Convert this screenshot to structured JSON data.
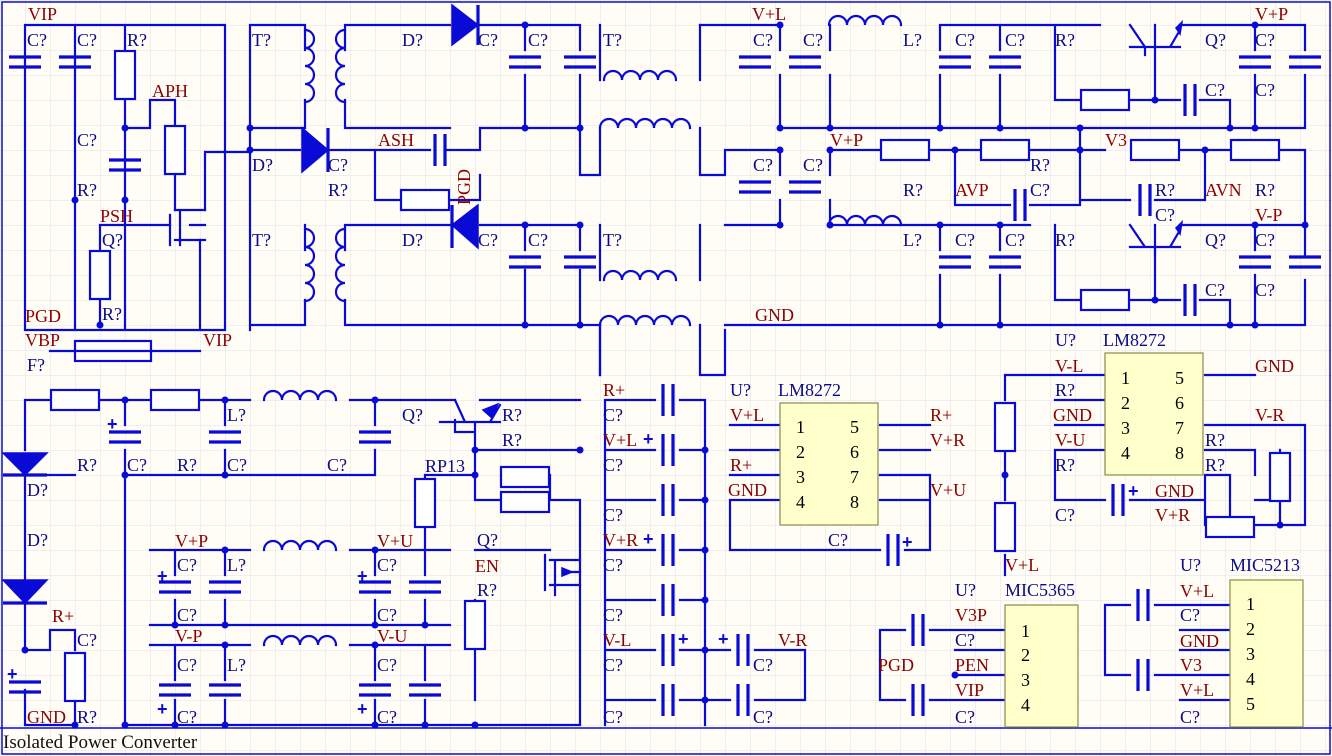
{
  "title": "Isolated Power Converter",
  "grid_color": "#dde3ec",
  "wire_color": "#0a0ad6",
  "net_label_color": "#8b0000",
  "ic_fill": "#ffffcc",
  "nets": {
    "vip": "VIP",
    "aph": "APH",
    "psh": "PSH",
    "pgd": "PGD",
    "vbp": "VBP",
    "ash": "ASH",
    "pgd_v": "PGD",
    "vpl": "V+L",
    "vpp": "V+P",
    "avp": "AVP",
    "v3": "V3",
    "avn": "AVN",
    "vmp": "V-P",
    "gnd": "GND",
    "rp": "R+",
    "vpu": "V+U",
    "vml": "V-L",
    "vmu": "V-U",
    "vpr": "V+R",
    "vmr": "V-R",
    "en": "EN",
    "v3p": "V3P",
    "pen": "PEN",
    "rp13": "RP13"
  },
  "refs": {
    "c": "C?",
    "r": "R?",
    "t": "T?",
    "d": "D?",
    "l": "L?",
    "q": "Q?",
    "u": "U?",
    "f": "F?"
  },
  "ics": {
    "u1": {
      "part": "LM8272",
      "pins": [
        "1",
        "2",
        "3",
        "4",
        "5",
        "6",
        "7",
        "8"
      ]
    },
    "u2": {
      "part": "LM8272",
      "pins": [
        "1",
        "2",
        "3",
        "4",
        "5",
        "6",
        "7",
        "8"
      ]
    },
    "u3": {
      "part": "MIC5365",
      "pins": [
        "1",
        "2",
        "3",
        "4"
      ]
    },
    "u4": {
      "part": "MIC5213",
      "pins": [
        "1",
        "2",
        "3",
        "4",
        "5"
      ]
    }
  }
}
